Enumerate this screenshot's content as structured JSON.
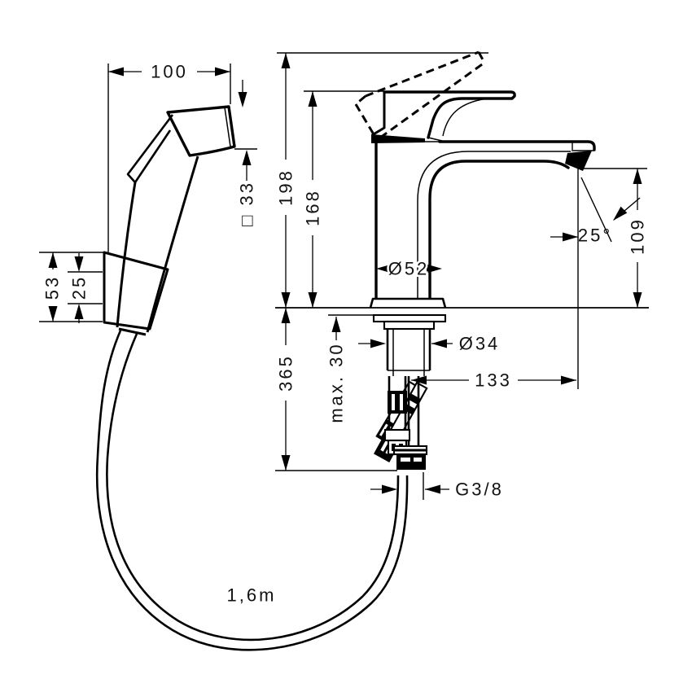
{
  "drawing": {
    "type": "technical-dimension-drawing",
    "subject": "single-lever basin mixer with hand sprayer, holder and hose",
    "ink_color": "#000000",
    "background_color": "#ffffff",
    "dimensions": {
      "sprayer_width": "100",
      "total_height": "198",
      "body_height": "168",
      "sprayer_square": "□ 33",
      "holder_height": "53",
      "holder_offset": "25",
      "base_diameter": "Ø52",
      "spout_height": "109",
      "spray_angle": "25°",
      "max_mounting_thickness": "max. 30",
      "shank_diameter": "Ø34",
      "spout_reach": "133",
      "under_counter_depth": "365",
      "connection_thread": "G3/8",
      "hose_length": "1,6m"
    }
  }
}
